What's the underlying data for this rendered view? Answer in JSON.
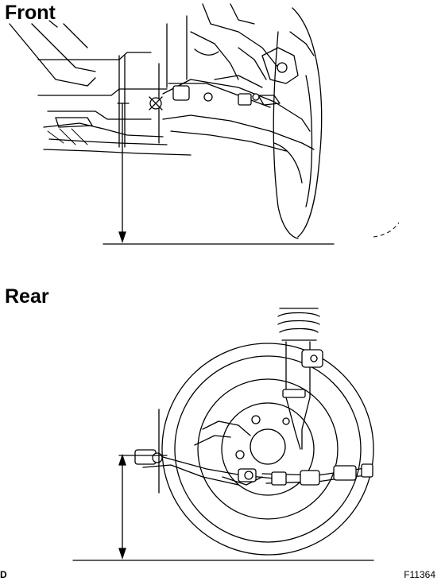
{
  "labels": {
    "front": "Front",
    "rear": "Rear",
    "figure_id": "F11364",
    "edge_mark": "D"
  },
  "colors": {
    "line": "#000000",
    "background": "#ffffff"
  }
}
